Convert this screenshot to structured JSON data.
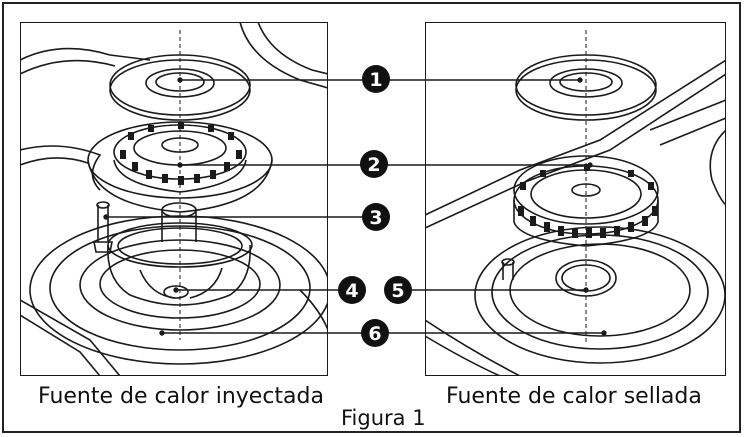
{
  "captions": {
    "left": "Fuente de calor inyectada",
    "right": "Fuente de calor sellada",
    "figure": "Figura 1"
  },
  "callouts": [
    "1",
    "2",
    "3",
    "4",
    "5",
    "6"
  ],
  "colors": {
    "line": "#1a1a1a",
    "badge": "#111111",
    "background": "#ffffff"
  }
}
